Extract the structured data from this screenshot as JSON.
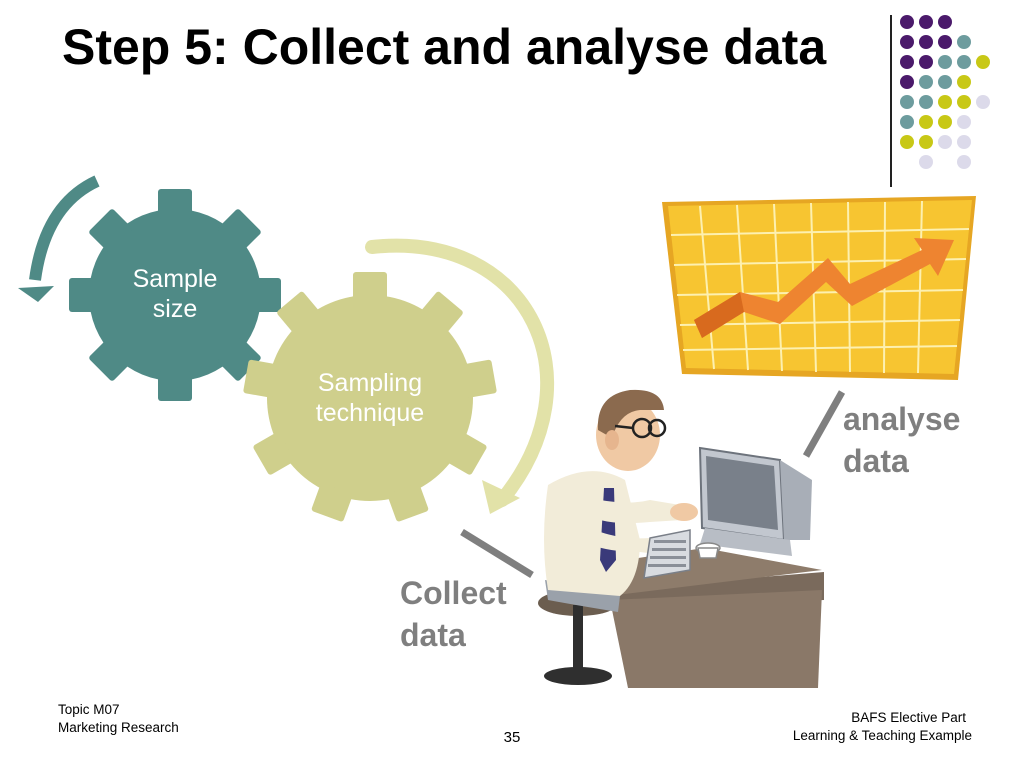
{
  "slide": {
    "title": "Step 5: Collect and analyse data",
    "gears": {
      "sample_size": "Sample size",
      "sampling_technique": "Sampling technique"
    },
    "labels": {
      "collect": "Collect data",
      "analyse": "analyse data"
    },
    "footer_left": {
      "line1": "Topic M07",
      "line2": "Marketing Research"
    },
    "footer_right": {
      "line1": "BAFS Elective Part",
      "line2": "Learning & Teaching Example"
    },
    "page_number": "35"
  },
  "colors": {
    "gear_teal": "#4f8a86",
    "gear_khaki": "#cfcf8c",
    "arrow_yellow": "#e2e2a8",
    "chart_gold": "#f7c531",
    "chart_orange": "#ee8430",
    "label_gray": "#7f7f7f",
    "dot_purple": "#4b1a6b",
    "dot_teal": "#6d9c9e",
    "dot_lime": "#c8c816",
    "dot_lavender": "#dcdaea"
  }
}
